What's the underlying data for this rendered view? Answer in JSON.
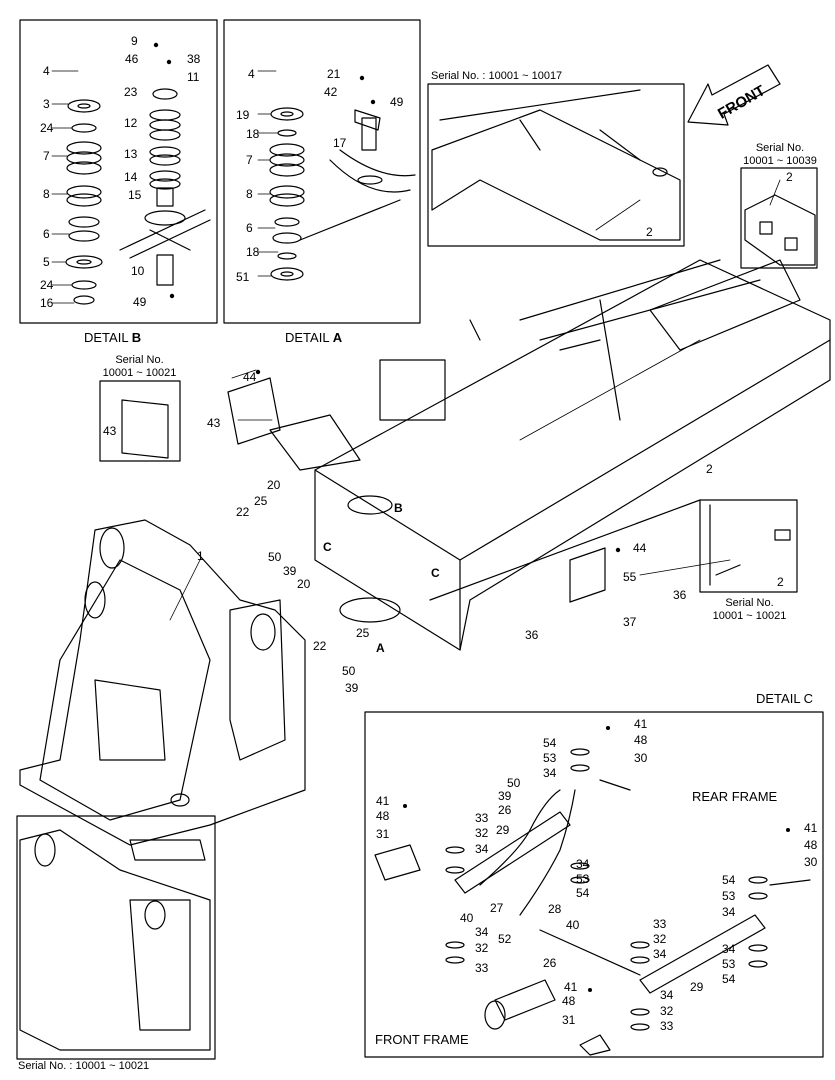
{
  "details": {
    "b_caption_prefix": "DETAIL",
    "b_caption_letter": "B",
    "a_caption_prefix": "DETAIL",
    "a_caption_letter": "A",
    "c_caption": "DETAIL C"
  },
  "serials": {
    "top": "Serial No. : 10001 ~ 10017",
    "right_top_line1": "Serial No.",
    "right_top_line2": "10001 ~ 10039",
    "left_mid_line1": "Serial No.",
    "left_mid_line2": "10001 ~ 10021",
    "right_mid_line1": "Serial No.",
    "right_mid_line2": "10001 ~ 10021",
    "bottom_left": "Serial No. : 10001 ~ 10021"
  },
  "arrow_label": "FRONT",
  "frame_labels": {
    "rear": "REAR FRAME",
    "front": "FRONT FRAME"
  },
  "callouts": {
    "b": [
      "9",
      "46",
      "38",
      "11",
      "4",
      "23",
      "3",
      "12",
      "24",
      "7",
      "13",
      "14",
      "8",
      "15",
      "6",
      "5",
      "10",
      "24",
      "16",
      "49"
    ],
    "a": [
      "4",
      "21",
      "42",
      "49",
      "19",
      "18",
      "17",
      "7",
      "8",
      "6",
      "18",
      "51"
    ],
    "main": [
      "2",
      "2",
      "2",
      "2",
      "43",
      "43",
      "44",
      "20",
      "25",
      "22",
      "B",
      "C",
      "C",
      "1",
      "50",
      "39",
      "20",
      "25",
      "22",
      "A",
      "50",
      "39",
      "44",
      "55",
      "36",
      "37",
      "36",
      "2"
    ],
    "c": [
      "41",
      "48",
      "30",
      "54",
      "53",
      "34",
      "50",
      "39",
      "26",
      "41",
      "48",
      "31",
      "33",
      "32",
      "34",
      "29",
      "27",
      "34",
      "53",
      "54",
      "40",
      "28",
      "40",
      "52",
      "34",
      "32",
      "33",
      "26",
      "41",
      "48",
      "31",
      "33",
      "32",
      "34",
      "29",
      "34",
      "32",
      "33",
      "41",
      "48",
      "30",
      "54",
      "53",
      "34",
      "34",
      "53",
      "54"
    ]
  }
}
